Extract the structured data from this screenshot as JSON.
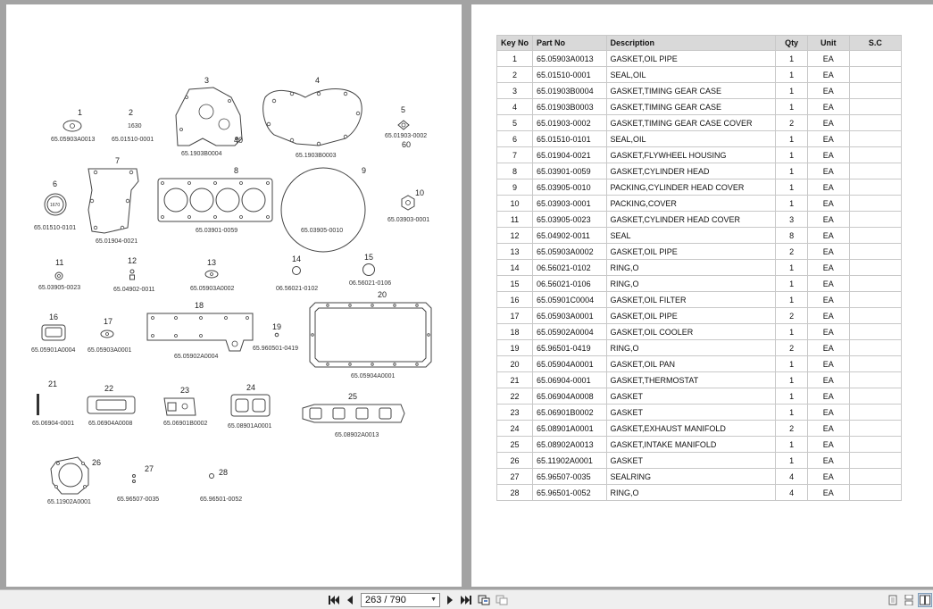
{
  "diagram": {
    "callouts": [
      {
        "key": "1",
        "part": "65.05903A0013"
      },
      {
        "key": "2",
        "part": "65.01510-0001"
      },
      {
        "key": "3",
        "part": "65.1903B0004"
      },
      {
        "key": "4",
        "part": "65.1903B0003"
      },
      {
        "key": "5",
        "part": "65.01903-0002"
      },
      {
        "key": "6",
        "part": "65.01510-0101"
      },
      {
        "key": "7",
        "part": "65.01904-0021"
      },
      {
        "key": "8",
        "part": "65.03901-0059"
      },
      {
        "key": "9",
        "part": "65.03905-0010"
      },
      {
        "key": "10",
        "part": "65.03903-0001"
      },
      {
        "key": "11",
        "part": "65.03905-0023"
      },
      {
        "key": "12",
        "part": "65.04902-0011"
      },
      {
        "key": "13",
        "part": "65.05903A0002"
      },
      {
        "key": "14",
        "part": "06.56021-0102"
      },
      {
        "key": "15",
        "part": "06.56021-0106"
      },
      {
        "key": "16",
        "part": "65.05901A0004"
      },
      {
        "key": "17",
        "part": "65.05903A0001"
      },
      {
        "key": "18",
        "part": "65.05902A0004"
      },
      {
        "key": "19",
        "part": "65.960501-0419"
      },
      {
        "key": "20",
        "part": "65.05904A0001"
      },
      {
        "key": "21",
        "part": "65.06904-0001"
      },
      {
        "key": "22",
        "part": "65.06904A0008"
      },
      {
        "key": "23",
        "part": "65.06901B0002"
      },
      {
        "key": "24",
        "part": "65.08901A0001"
      },
      {
        "key": "25",
        "part": "65.08902A0013"
      },
      {
        "key": "26",
        "part": "65.11902A0001"
      },
      {
        "key": "27",
        "part": "65.96507-0035"
      },
      {
        "key": "28",
        "part": "65.96501-0052"
      }
    ],
    "extra_keys": {
      "k40": "40",
      "k60": "60"
    },
    "seal_marks": {
      "seal2": "1630",
      "seal6": "1670"
    }
  },
  "table": {
    "headers": {
      "key": "Key No",
      "part": "Part No",
      "desc": "Description",
      "qty": "Qty",
      "unit": "Unit",
      "sc": "S.C"
    },
    "rows": [
      {
        "key": "1",
        "part": "65.05903A0013",
        "desc": "GASKET,OIL PIPE",
        "qty": "1",
        "unit": "EA",
        "sc": ""
      },
      {
        "key": "2",
        "part": "65.01510-0001",
        "desc": "SEAL,OIL",
        "qty": "1",
        "unit": "EA",
        "sc": ""
      },
      {
        "key": "3",
        "part": "65.01903B0004",
        "desc": "GASKET,TIMING GEAR CASE",
        "qty": "1",
        "unit": "EA",
        "sc": ""
      },
      {
        "key": "4",
        "part": "65.01903B0003",
        "desc": "GASKET,TIMING GEAR CASE",
        "qty": "1",
        "unit": "EA",
        "sc": ""
      },
      {
        "key": "5",
        "part": "65.01903-0002",
        "desc": "GASKET,TIMING GEAR CASE COVER",
        "qty": "2",
        "unit": "EA",
        "sc": ""
      },
      {
        "key": "6",
        "part": "65.01510-0101",
        "desc": "SEAL,OIL",
        "qty": "1",
        "unit": "EA",
        "sc": ""
      },
      {
        "key": "7",
        "part": "65.01904-0021",
        "desc": "GASKET,FLYWHEEL HOUSING",
        "qty": "1",
        "unit": "EA",
        "sc": ""
      },
      {
        "key": "8",
        "part": "65.03901-0059",
        "desc": "GASKET,CYLINDER HEAD",
        "qty": "1",
        "unit": "EA",
        "sc": ""
      },
      {
        "key": "9",
        "part": "65.03905-0010",
        "desc": "PACKING,CYLINDER HEAD COVER",
        "qty": "1",
        "unit": "EA",
        "sc": ""
      },
      {
        "key": "10",
        "part": "65.03903-0001",
        "desc": "PACKING,COVER",
        "qty": "1",
        "unit": "EA",
        "sc": ""
      },
      {
        "key": "11",
        "part": "65.03905-0023",
        "desc": "GASKET,CYLINDER HEAD COVER",
        "qty": "3",
        "unit": "EA",
        "sc": ""
      },
      {
        "key": "12",
        "part": "65.04902-0011",
        "desc": "SEAL",
        "qty": "8",
        "unit": "EA",
        "sc": ""
      },
      {
        "key": "13",
        "part": "65.05903A0002",
        "desc": "GASKET,OIL PIPE",
        "qty": "2",
        "unit": "EA",
        "sc": ""
      },
      {
        "key": "14",
        "part": "06.56021-0102",
        "desc": "RING,O",
        "qty": "1",
        "unit": "EA",
        "sc": ""
      },
      {
        "key": "15",
        "part": "06.56021-0106",
        "desc": "RING,O",
        "qty": "1",
        "unit": "EA",
        "sc": ""
      },
      {
        "key": "16",
        "part": "65.05901C0004",
        "desc": "GASKET,OIL FILTER",
        "qty": "1",
        "unit": "EA",
        "sc": ""
      },
      {
        "key": "17",
        "part": "65.05903A0001",
        "desc": "GASKET,OIL PIPE",
        "qty": "2",
        "unit": "EA",
        "sc": ""
      },
      {
        "key": "18",
        "part": "65.05902A0004",
        "desc": "GASKET,OIL COOLER",
        "qty": "1",
        "unit": "EA",
        "sc": ""
      },
      {
        "key": "19",
        "part": "65.96501-0419",
        "desc": "RING,O",
        "qty": "2",
        "unit": "EA",
        "sc": ""
      },
      {
        "key": "20",
        "part": "65.05904A0001",
        "desc": "GASKET,OIL PAN",
        "qty": "1",
        "unit": "EA",
        "sc": ""
      },
      {
        "key": "21",
        "part": "65.06904-0001",
        "desc": "GASKET,THERMOSTAT",
        "qty": "1",
        "unit": "EA",
        "sc": ""
      },
      {
        "key": "22",
        "part": "65.06904A0008",
        "desc": "GASKET",
        "qty": "1",
        "unit": "EA",
        "sc": ""
      },
      {
        "key": "23",
        "part": "65.06901B0002",
        "desc": "GASKET",
        "qty": "1",
        "unit": "EA",
        "sc": ""
      },
      {
        "key": "24",
        "part": "65.08901A0001",
        "desc": "GASKET,EXHAUST MANIFOLD",
        "qty": "2",
        "unit": "EA",
        "sc": ""
      },
      {
        "key": "25",
        "part": "65.08902A0013",
        "desc": "GASKET,INTAKE MANIFOLD",
        "qty": "1",
        "unit": "EA",
        "sc": ""
      },
      {
        "key": "26",
        "part": "65.11902A0001",
        "desc": "GASKET",
        "qty": "1",
        "unit": "EA",
        "sc": ""
      },
      {
        "key": "27",
        "part": "65.96507-0035",
        "desc": "SEALRING",
        "qty": "4",
        "unit": "EA",
        "sc": ""
      },
      {
        "key": "28",
        "part": "65.96501-0052",
        "desc": "RING,O",
        "qty": "4",
        "unit": "EA",
        "sc": ""
      }
    ]
  },
  "toolbar": {
    "page_indicator": "263 / 790",
    "icons": {
      "first": "first-page-icon",
      "prev": "previous-page-icon",
      "next": "next-page-icon",
      "last": "last-page-icon",
      "back": "go-back-icon",
      "forward": "go-forward-icon",
      "single": "single-page-view-icon",
      "continuous": "continuous-view-icon",
      "facing": "facing-pages-view-icon"
    }
  },
  "colors": {
    "background": "#a3a3a3",
    "header_bg": "#d9d9d9",
    "grid": "#c8c8c8",
    "toolbar": "#efefef"
  }
}
